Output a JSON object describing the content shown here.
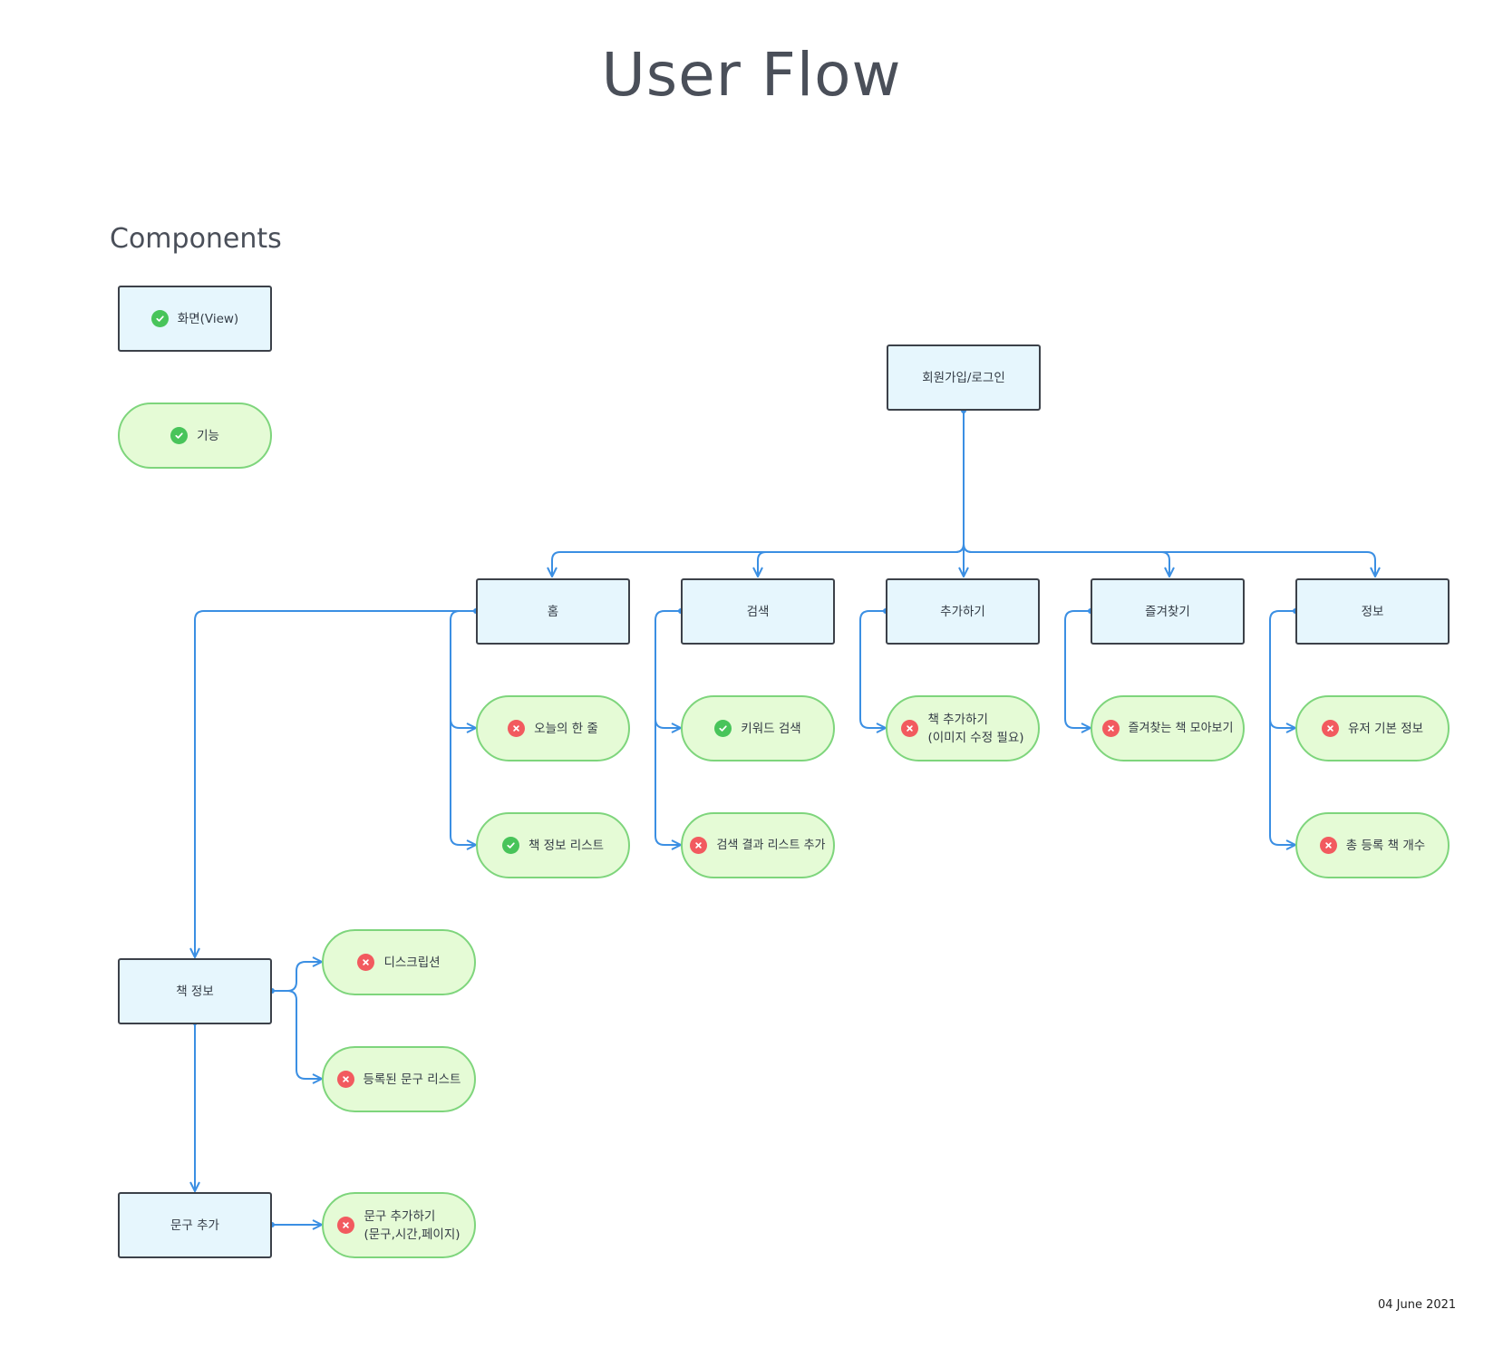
{
  "title": "User Flow",
  "legend": {
    "heading": "Components",
    "view": {
      "label": "화면(View)",
      "status": "ok"
    },
    "feature": {
      "label": "기능",
      "status": "ok"
    }
  },
  "date": "04 June 2021",
  "views": {
    "signup": "회원가입/로그인",
    "home": "홈",
    "search": "검색",
    "add": "추가하기",
    "favorites": "즐겨찾기",
    "info": "정보",
    "book_info": "책 정보",
    "quote_add": "문구 추가"
  },
  "features": {
    "home_quote": {
      "label": "오늘의 한 줄",
      "status": "fail"
    },
    "home_list": {
      "label": "책 정보 리스트",
      "status": "ok"
    },
    "search_keyword": {
      "label": "키워드 검색",
      "status": "ok"
    },
    "search_result": {
      "label": "검색 결과 리스트 추가",
      "status": "fail"
    },
    "add_book": {
      "line1": "책 추가하기",
      "line2": "(이미지 수정 필요)",
      "status": "fail"
    },
    "fav_collect": {
      "label": "즐겨찾는 책 모아보기",
      "status": "fail"
    },
    "info_user": {
      "label": "유저 기본 정보",
      "status": "fail"
    },
    "info_count": {
      "label": "총 등록 책 개수",
      "status": "fail"
    },
    "book_desc": {
      "label": "디스크립션",
      "status": "fail"
    },
    "book_quotes": {
      "label": "등록된 문구 리스트",
      "status": "fail"
    },
    "quote_add_feat": {
      "line1": "문구 추가하기",
      "line2": "(문구,시간,페이지)",
      "status": "fail"
    }
  },
  "colors": {
    "view_fill": "#e6f6fd",
    "view_border": "#3c4149",
    "feature_fill": "#e5fbd6",
    "feature_border": "#7ed57c",
    "connector": "#3b8fe3",
    "ok_icon": "#48c45a",
    "fail_icon": "#f25a5f"
  },
  "icons": {
    "ok": "check-circle-icon",
    "fail": "x-circle-icon"
  }
}
